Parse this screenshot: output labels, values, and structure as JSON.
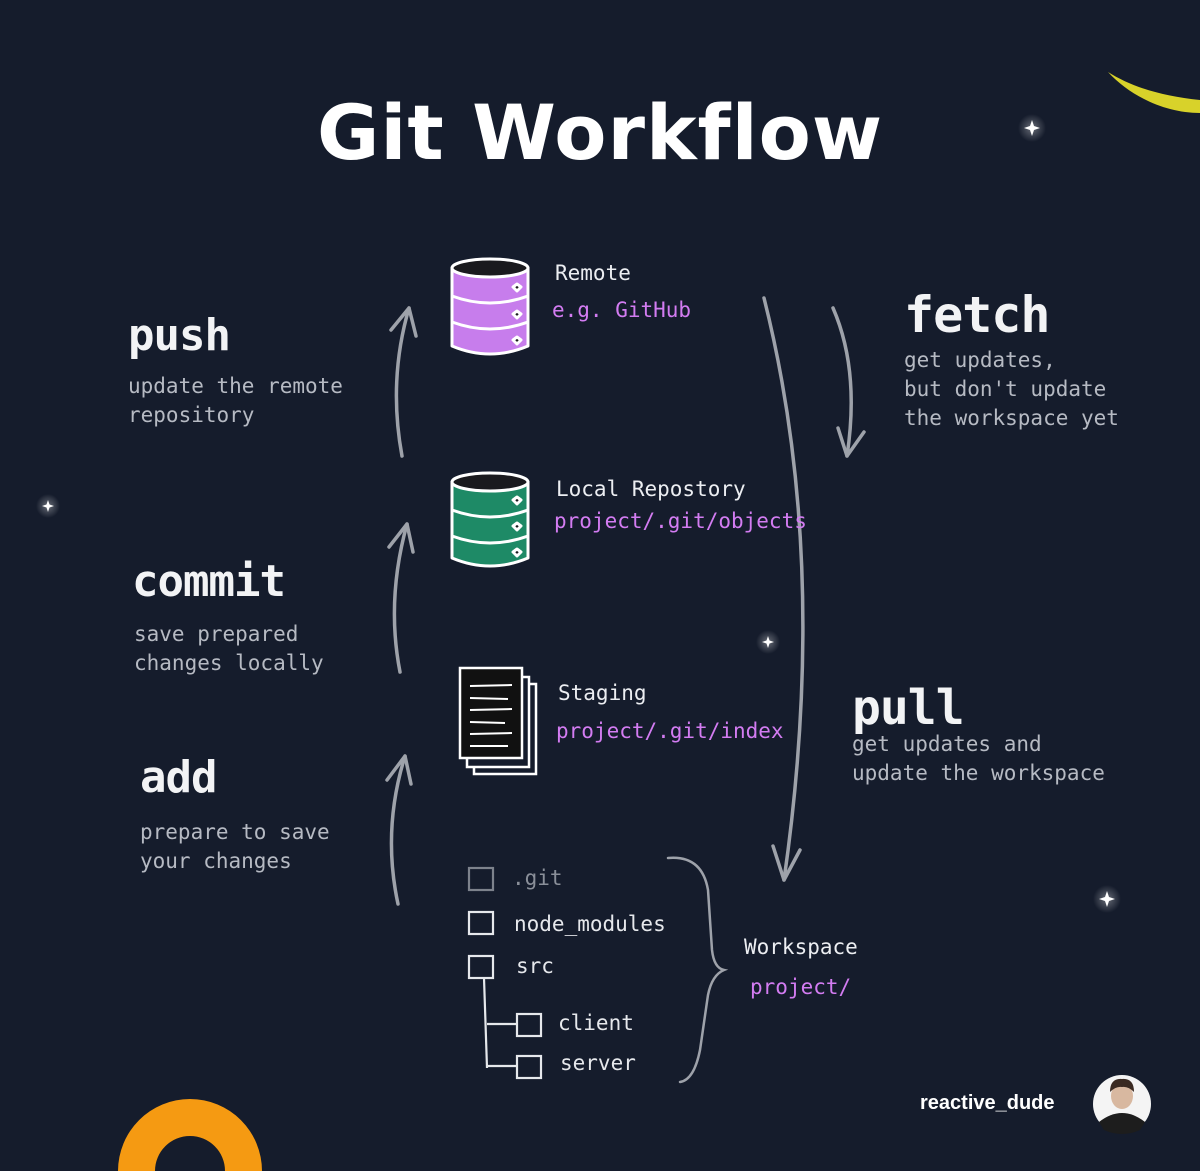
{
  "title": "Git Workflow",
  "commands": {
    "push": {
      "name": "push",
      "description": "update the remote\nrepository"
    },
    "commit": {
      "name": "commit",
      "description": "save prepared\nchanges locally"
    },
    "add": {
      "name": "add",
      "description": "prepare to save\nyour changes"
    },
    "fetch": {
      "name": "fetch",
      "description": "get updates,\nbut don't update\nthe workspace yet"
    },
    "pull": {
      "name": "pull",
      "description": "get updates and\nupdate the workspace"
    }
  },
  "stages": {
    "remote": {
      "label": "Remote",
      "path": "e.g. GitHub",
      "color": "#c77dec"
    },
    "local": {
      "label": "Local Repostory",
      "path": "project/.git/objects",
      "color": "#1e8a66"
    },
    "staging": {
      "label": "Staging",
      "path": "project/.git/index"
    },
    "workspace": {
      "label": "Workspace",
      "path": "project/"
    }
  },
  "tree": {
    "git": ".git",
    "node_modules": "node_modules",
    "src": "src",
    "client": "client",
    "server": "server"
  },
  "author": "reactive_dude",
  "colors": {
    "background": "#151c2c",
    "accent_path": "#d37cf2",
    "arrow": "#9ea2aa",
    "decor_yellow": "#d8d22a",
    "decor_orange": "#f59a12"
  }
}
